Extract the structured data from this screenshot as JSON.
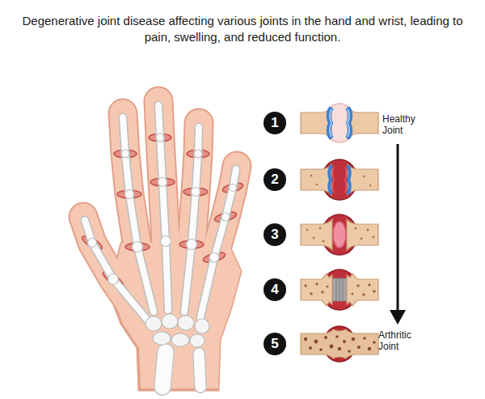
{
  "diagram": {
    "title": "Degenerative joint disease affecting various joints in the hand and wrist, leading to pain, swelling, and reduced function.",
    "nodes": [
      {
        "text": [
          "1"
        ]
      },
      {
        "text": [
          "2"
        ]
      },
      {
        "text": [
          "3"
        ]
      },
      {
        "text": [
          "4"
        ]
      },
      {
        "text": [
          "5"
        ]
      }
    ],
    "labels": [
      "Healthy Joint",
      "Arthritic Joint"
    ]
  }
}
